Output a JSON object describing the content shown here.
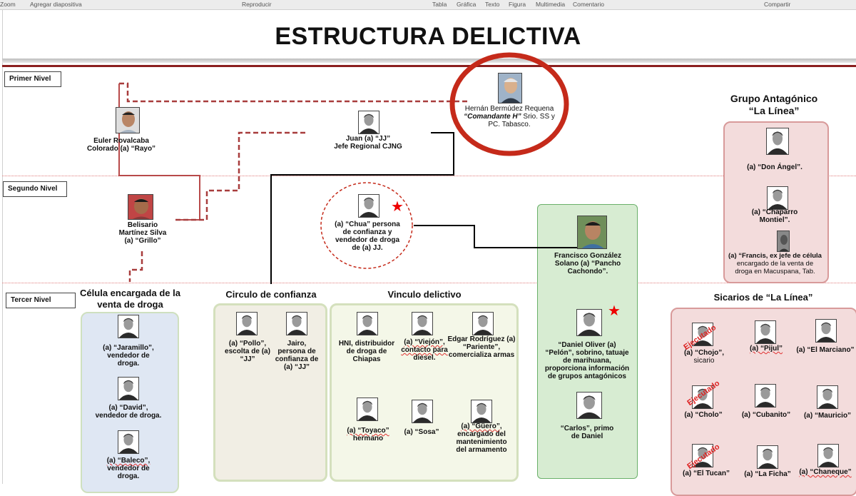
{
  "toolbar": {
    "zoom": "Zoom",
    "add_slide": "Agregar diapositiva",
    "play": "Reproducir",
    "table": "Tabla",
    "chart": "Gráfica",
    "text": "Texto",
    "shape": "Figura",
    "media": "Multimedia",
    "comment": "Comentario",
    "share": "Compartir"
  },
  "slide": {
    "title": "ESTRUCTURA DELICTIVA",
    "levels": [
      "Primer Nivel",
      "Segundo Nivel",
      "Tercer Nivel"
    ],
    "top": {
      "hernan_line1": "Hernán  Bermúdez Requena",
      "hernan_alias": "“Comandante H”",
      "hernan_line2_rest": " Srio. SS y",
      "hernan_line3": "PC. Tabasco.",
      "juan_line1": "Juan (a) “JJ”",
      "juan_line2": "Jefe Regional CJNG",
      "euler_line1": "Euler Rovalcaba",
      "euler_line2": "Colorado  (a) “Rayo”",
      "belisario_line1": "Belisario",
      "belisario_line2": "Martínez Silva",
      "belisario_line3": "(a) “Grillo”",
      "chua_line1": "(a) “Chua” persona",
      "chua_line2": "de confianza y",
      "chua_line3": "vendedor de droga",
      "chua_line4": "de (a) JJ.",
      "francisco_line1": "Francisco González",
      "francisco_line2": "Solano (a) “Pancho",
      "francisco_line3": "Cachondo”."
    },
    "antagonist": {
      "heading_line1": "Grupo Antagónico",
      "heading_line2": "“La Línea”",
      "don_angel": "(a) “Don Ángel”.",
      "chaparro_line1": "(a) “Chaparro",
      "chaparro_line2": "Montiel”.",
      "francis_line1": "(a) “Francis, ex jefe de célula",
      "francis_line2": "encargado de la venta de",
      "francis_line3": "droga  en Macuspana, Tab."
    },
    "celula": {
      "heading_line1": "Célula encargada de la",
      "heading_line2": "venta de droga",
      "jaramillo_line1": "(a) “Jaramillo”,",
      "jaramillo_line2": "vendedor de",
      "jaramillo_line3": "droga.",
      "david_line1": "(a) “David”,",
      "david_line2": "vendedor de droga.",
      "baleco_line1": "(a) “Baleco”,",
      "baleco_line2": "vendedor de",
      "baleco_line3": "droga."
    },
    "circulo": {
      "heading": "Circulo de confianza",
      "pollo_line1": "(a) “Pollo”,",
      "pollo_line2": "escolta de (a)",
      "pollo_line3": "“JJ”",
      "jairo_line1": "Jairo,",
      "jairo_line2": "persona de",
      "jairo_line3": "confianza de",
      "jairo_line4": "(a) “JJ”"
    },
    "vinculo": {
      "heading": "Vinculo delictivo",
      "hni_line1": "HNI, distribuidor",
      "hni_line2": "de droga de",
      "hni_line3": "Chiapas",
      "viejon_line1": "(a) “Viejón”,",
      "viejon_line2": "contacto para",
      "viejon_line3": "diesel.",
      "edgar_line1": "Edgar Rodríguez (a)",
      "edgar_line2": "“Pariente”,",
      "edgar_line3": "comercializa armas",
      "toyaco_line1": "(a) “Toyaco”",
      "toyaco_line2": "hermano",
      "sosa": "(a) “Sosa”",
      "guero_line1": "(a) “Güero”,",
      "guero_line2": "encargado del",
      "guero_line3": "mantenimiento",
      "guero_line4": "del armamento"
    },
    "green": {
      "daniel_line1": "“Daniel Oliver (a)",
      "daniel_line2": "“Pelón”, sobrino, tatuaje",
      "daniel_line3": "de marihuana,",
      "daniel_line4": "proporciona información",
      "daniel_line5": "de grupos antagónicos",
      "carlos_line1": "“Carlos”, primo",
      "carlos_line2": "de Daniel"
    },
    "sicarios": {
      "heading": "Sicarios de “La Línea”",
      "stamp": "Ejecutado",
      "chojo_line1": "(a) “Chojo”,",
      "chojo_line2": "sicario",
      "pijul": "(a) “Pijul”",
      "marciano": "(a) “El Marciano”",
      "cholo": "(a) “Cholo”",
      "cubanito": "(a) “Cubanito”",
      "mauricio": "(a) “Mauricio”",
      "tucan": "(a) “El Tucan”",
      "ficha": "(a) “La Ficha”",
      "chaneque": "(a) “Chaneque”"
    }
  },
  "colors": {
    "accent_red": "#c0392b",
    "dark_red": "#8b1e1e",
    "panel_blue": "#dfe7f3",
    "panel_beige": "#f1eee4",
    "panel_green_light": "#f4f7e8",
    "panel_green": "#d7ecd2",
    "panel_pink": "#f3dcdc"
  }
}
